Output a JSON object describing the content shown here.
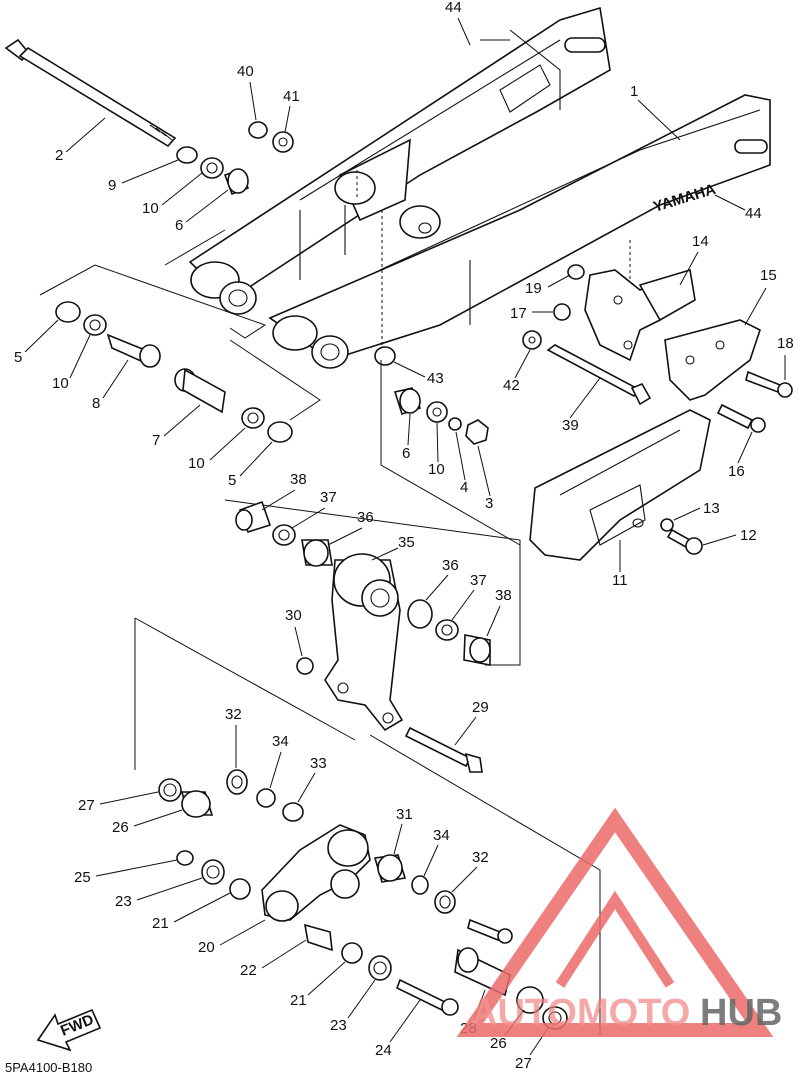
{
  "diagram_code": "5PA4100-B180",
  "brand_text": "YAMAHA",
  "fwd_label": "FWD",
  "watermark": {
    "text_a": "AUTOMOTO",
    "text_b": "HUB",
    "color_a": "#f08080",
    "color_b": "#4a4a4a",
    "logo_color": "#ec6b6b"
  },
  "callouts": {
    "c1": "1",
    "c2": "2",
    "c3": "3",
    "c4": "4",
    "c5a": "5",
    "c5b": "5",
    "c6a": "6",
    "c6b": "6",
    "c7": "7",
    "c8": "8",
    "c9": "9",
    "c10a": "10",
    "c10b": "10",
    "c10c": "10",
    "c10d": "10",
    "c11": "11",
    "c12": "12",
    "c13": "13",
    "c14": "14",
    "c15": "15",
    "c16": "16",
    "c17": "17",
    "c18": "18",
    "c19": "19",
    "c20": "20",
    "c21a": "21",
    "c21b": "21",
    "c22": "22",
    "c23a": "23",
    "c23b": "23",
    "c24": "24",
    "c25": "25",
    "c26a": "26",
    "c26b": "26",
    "c27a": "27",
    "c27b": "27",
    "c28": "28",
    "c29": "29",
    "c30": "30",
    "c31": "31",
    "c32a": "32",
    "c32b": "32",
    "c33": "33",
    "c34a": "34",
    "c34b": "34",
    "c35": "35",
    "c36a": "36",
    "c36b": "36",
    "c37a": "37",
    "c37b": "37",
    "c38a": "38",
    "c38b": "38",
    "c39": "39",
    "c40": "40",
    "c41": "41",
    "c42": "42",
    "c43": "43",
    "c44a": "44",
    "c44b": "44"
  }
}
